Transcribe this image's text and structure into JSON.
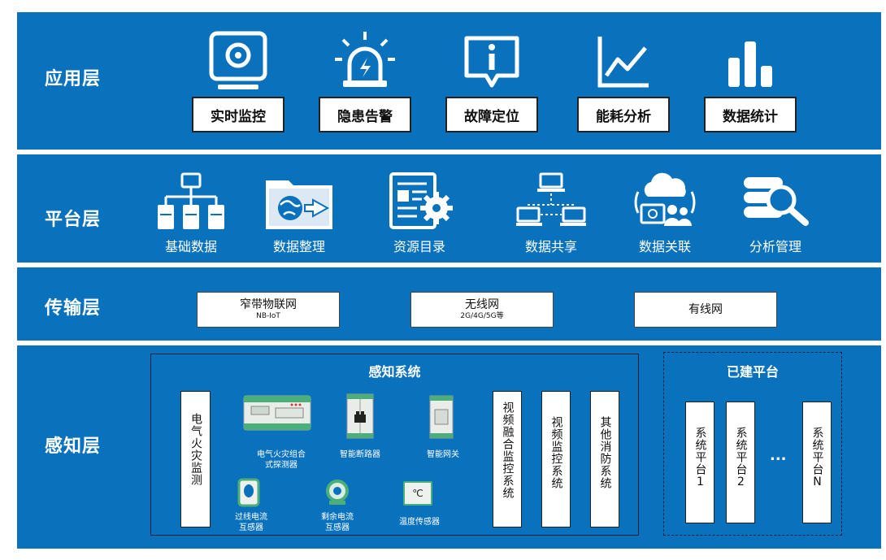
{
  "colors": {
    "layer_bg": "#0a72bd",
    "text_on_blue": "#ffffff",
    "device_green": "#4caf7a"
  },
  "application_layer": {
    "title": "应用层",
    "items": [
      {
        "label": "实时监控",
        "icon": "monitor-icon"
      },
      {
        "label": "隐患告警",
        "icon": "alarm-light-icon"
      },
      {
        "label": "故障定位",
        "icon": "info-bubble-icon"
      },
      {
        "label": "能耗分析",
        "icon": "line-chart-icon"
      },
      {
        "label": "数据统计",
        "icon": "bar-chart-icon"
      }
    ]
  },
  "platform_layer": {
    "title": "平台层",
    "items": [
      {
        "label": "基础数据",
        "icon": "server-tree-icon"
      },
      {
        "label": "数据整理",
        "icon": "folder-globe-icon"
      },
      {
        "label": "资源目录",
        "icon": "document-gear-icon"
      },
      {
        "label": "数据共享",
        "icon": "network-share-icon"
      },
      {
        "label": "数据关联",
        "icon": "cloud-link-icon"
      },
      {
        "label": "分析管理",
        "icon": "database-search-icon"
      }
    ]
  },
  "transport_layer": {
    "title": "传输层",
    "networks": [
      {
        "label": "窄带物联网",
        "sub": "NB-IoT"
      },
      {
        "label": "无线网",
        "sub": "2G/4G/5G等"
      },
      {
        "label": "有线网",
        "sub": ""
      }
    ]
  },
  "perception_layer": {
    "title": "感知层",
    "system_title": "感知系统",
    "left_box": "电气火灾监测",
    "devices": [
      {
        "label": "电气火灾组合\n式探测器",
        "icon": "combo-detector-icon"
      },
      {
        "label": "智能断路器",
        "icon": "circuit-breaker-icon"
      },
      {
        "label": "智能网关",
        "icon": "gateway-icon"
      },
      {
        "label": "过线电流\n互感器",
        "icon": "current-transformer-icon"
      },
      {
        "label": "剩余电流\n互感器",
        "icon": "residual-current-icon"
      },
      {
        "label": "温度传感器",
        "icon": "temperature-sensor-icon",
        "display": "℃"
      }
    ],
    "systems": [
      "视频融合监控系统",
      "视频监控系统",
      "其他消防系统"
    ],
    "built_title": "已建平台",
    "platforms": [
      "系统平台1",
      "系统平台2",
      "系统平台N"
    ],
    "ellipsis": "..."
  }
}
